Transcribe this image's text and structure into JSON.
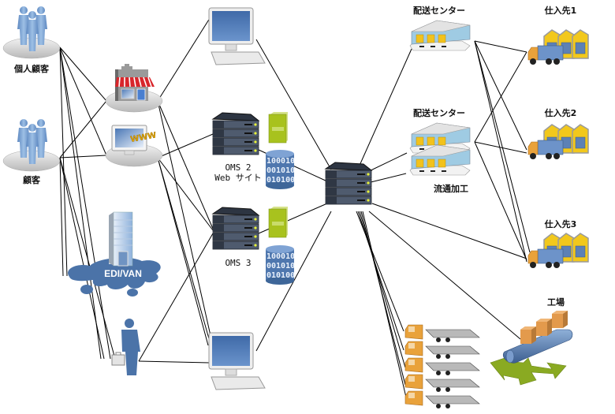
{
  "labels": {
    "individual_customer": "個人顧客",
    "customer": "顧客",
    "edi_van": "EDI/VAN",
    "oms2_line1": "OMS 2",
    "oms2_line2": "Web サイト",
    "oms3": "OMS 3",
    "distribution_center_1": "配送センター",
    "distribution_center_2": "配送センター",
    "distribution_processing": "流通加工",
    "supplier_1": "仕入先1",
    "supplier_2": "仕入先2",
    "supplier_3": "仕入先3",
    "factory": "工場",
    "www": "WWW",
    "db_bits": [
      "100010",
      "001010",
      "010100"
    ]
  },
  "colors": {
    "line": "#000000",
    "person": "#7ea6d4",
    "person_dark": "#4f7ab3",
    "server": "#3f4a5c",
    "server_led": "#e8f23a",
    "book": "#a8c21e",
    "db": "#4f77ae",
    "warehouse": "#9fcbe3",
    "supplier_yellow": "#f2c81c",
    "truck_orange": "#e9a23b",
    "arrow_green": "#8aaa22",
    "monitor_blue": "#5a83bf"
  }
}
